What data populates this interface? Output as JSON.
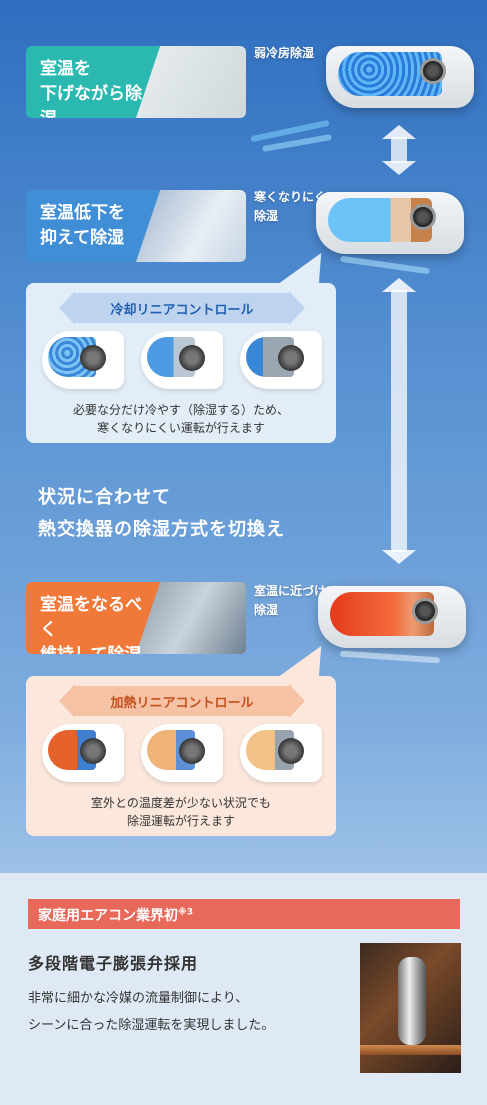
{
  "modes": [
    {
      "label": "室温を\n下げながら除湿",
      "ac_label": "弱冷房除湿"
    },
    {
      "label": "室温低下を\n抑えて除湿",
      "ac_label": "寒くなりにくい\n除湿"
    },
    {
      "label": "室温をなるべく\n維持して除湿",
      "ac_label": "室温に近づけて\n除湿"
    }
  ],
  "cooling_panel": {
    "title": "冷却リニアコントロール",
    "description": "必要な分だけ冷やす（除湿する）ため、\n寒くなりにくい運転が行えます"
  },
  "center_message": "状況に合わせて\n熱交換器の除湿方式を切換え",
  "heating_panel": {
    "title": "加熱リニアコントロール",
    "description": "室外との温度差が少ない状況でも\n除湿運転が行えます"
  },
  "feature": {
    "banner": "家庭用エアコン業界初",
    "banner_note": "※3",
    "title": "多段階電子膨張弁採用",
    "description": "非常に細かな冷媒の流量制御により、\nシーンに合った除湿運転を実現しました。"
  },
  "colors": {
    "mode1": "#2bb8b0",
    "mode2": "#3f8ed6",
    "mode3": "#f07838",
    "banner": "#e8685a"
  }
}
